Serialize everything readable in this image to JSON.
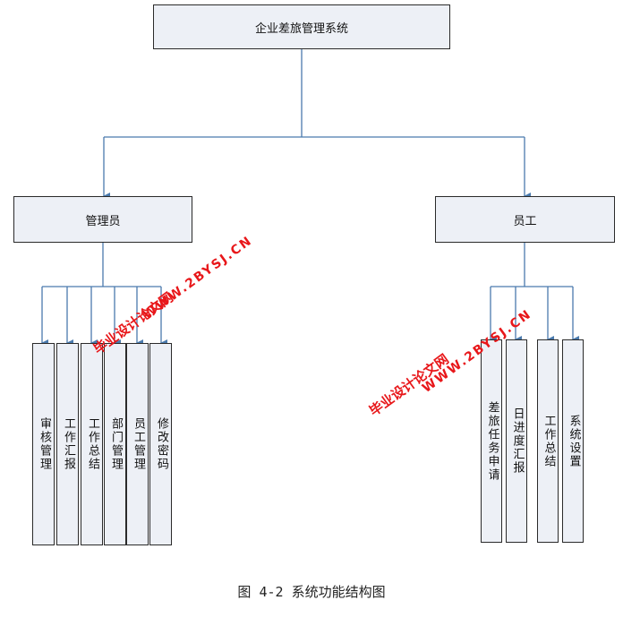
{
  "root": {
    "label": "企业差旅管理系统"
  },
  "admin": {
    "label": "管理员",
    "children": [
      "审核管理",
      "工作汇报",
      "工作总结",
      "部门管理",
      "员工管理",
      "修改密码"
    ]
  },
  "staff": {
    "label": "员工",
    "children": [
      "差旅任务申请",
      "日进度汇报",
      "工作总结",
      "系统设置"
    ]
  },
  "caption": "图 4-2 系统功能结构图",
  "watermarks": {
    "site_cn": "毕业设计论文网",
    "site_url": "WWW.2BYSJ.CN"
  },
  "colors": {
    "line": "#4a7aad",
    "box_fill": "#edf0f6",
    "box_border": "#2a2a2a",
    "watermark": "#e8171a"
  }
}
